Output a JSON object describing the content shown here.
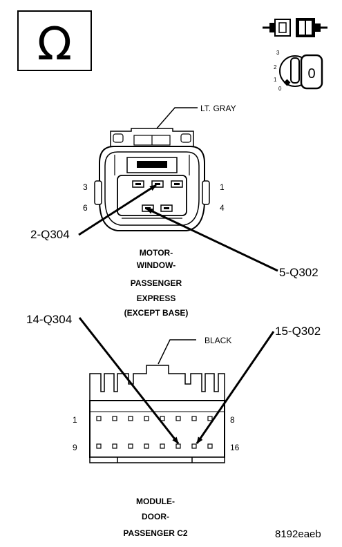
{
  "symbol": {
    "ohm_glyph": "Ω",
    "key_position": "0",
    "key_steps": [
      "3",
      "2",
      "1",
      "0"
    ]
  },
  "connector_top": {
    "color_label": "LT. GRAY",
    "pins": {
      "p3": "3",
      "p1": "1",
      "p6": "6",
      "p4": "4"
    },
    "callout_left": "2-Q304",
    "callout_right": "5-Q302",
    "title_lines": [
      "MOTOR-",
      "WINDOW-",
      "PASSENGER",
      "EXPRESS",
      "(EXCEPT BASE)"
    ]
  },
  "connector_bottom": {
    "color_label": "BLACK",
    "callout_left": "14-Q304",
    "callout_right": "15-Q302",
    "pins": {
      "p1": "1",
      "p8": "8",
      "p9": "9",
      "p16": "16"
    },
    "title_lines": [
      "MODULE-",
      "DOOR-",
      "PASSENGER C2"
    ]
  },
  "figure_id": "8192eaeb"
}
